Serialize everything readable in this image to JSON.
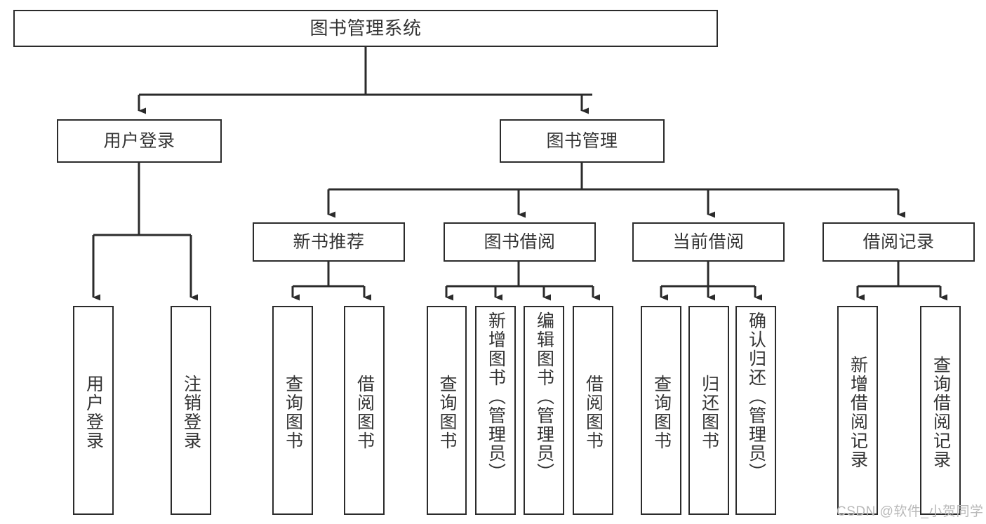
{
  "diagram": {
    "type": "tree-hierarchy",
    "title": "图书管理系统",
    "background_color": "#ffffff",
    "line_color": "#2b2b2b",
    "box_border_color": "#2b2b2b",
    "text_color": "#333333",
    "watermark": "CSDN @软件_小贺同学",
    "watermark_color": "#b9b9b9",
    "levels": [
      {
        "level": 1,
        "nodes": [
          {
            "id": "root",
            "label": "图书管理系统"
          }
        ]
      },
      {
        "level": 2,
        "nodes": [
          {
            "id": "user-login",
            "label": "用户登录"
          },
          {
            "id": "book-manage",
            "label": "图书管理"
          }
        ]
      },
      {
        "level": 3,
        "nodes": [
          {
            "id": "new-book-recommend",
            "label": "新书推荐"
          },
          {
            "id": "book-borrow",
            "label": "图书借阅"
          },
          {
            "id": "current-borrow",
            "label": "当前借阅"
          },
          {
            "id": "borrow-record",
            "label": "借阅记录"
          }
        ]
      },
      {
        "level": 4,
        "nodes": [
          {
            "id": "leaf-user-login",
            "label": "用户登录",
            "parent": "user-login"
          },
          {
            "id": "leaf-logout",
            "label": "注销登录",
            "parent": "user-login"
          },
          {
            "id": "leaf-query-book-1",
            "label": "查询图书",
            "parent": "new-book-recommend"
          },
          {
            "id": "leaf-borrow-book-1",
            "label": "借阅图书",
            "parent": "new-book-recommend"
          },
          {
            "id": "leaf-query-book-2",
            "label": "查询图书",
            "parent": "book-borrow"
          },
          {
            "id": "leaf-add-book",
            "label": "新增图书（管理员）",
            "parent": "book-borrow"
          },
          {
            "id": "leaf-edit-book",
            "label": "编辑图书（管理员）",
            "parent": "book-borrow"
          },
          {
            "id": "leaf-borrow-book-2",
            "label": "借阅图书",
            "parent": "book-borrow"
          },
          {
            "id": "leaf-query-book-3",
            "label": "查询图书",
            "parent": "current-borrow"
          },
          {
            "id": "leaf-return-book",
            "label": "归还图书",
            "parent": "current-borrow"
          },
          {
            "id": "leaf-confirm-return",
            "label": "确认归还（管理员）",
            "parent": "current-borrow"
          },
          {
            "id": "leaf-add-record",
            "label": "新增借阅记录",
            "parent": "borrow-record"
          },
          {
            "id": "leaf-query-record",
            "label": "查询借阅记录",
            "parent": "borrow-record"
          }
        ]
      }
    ]
  }
}
